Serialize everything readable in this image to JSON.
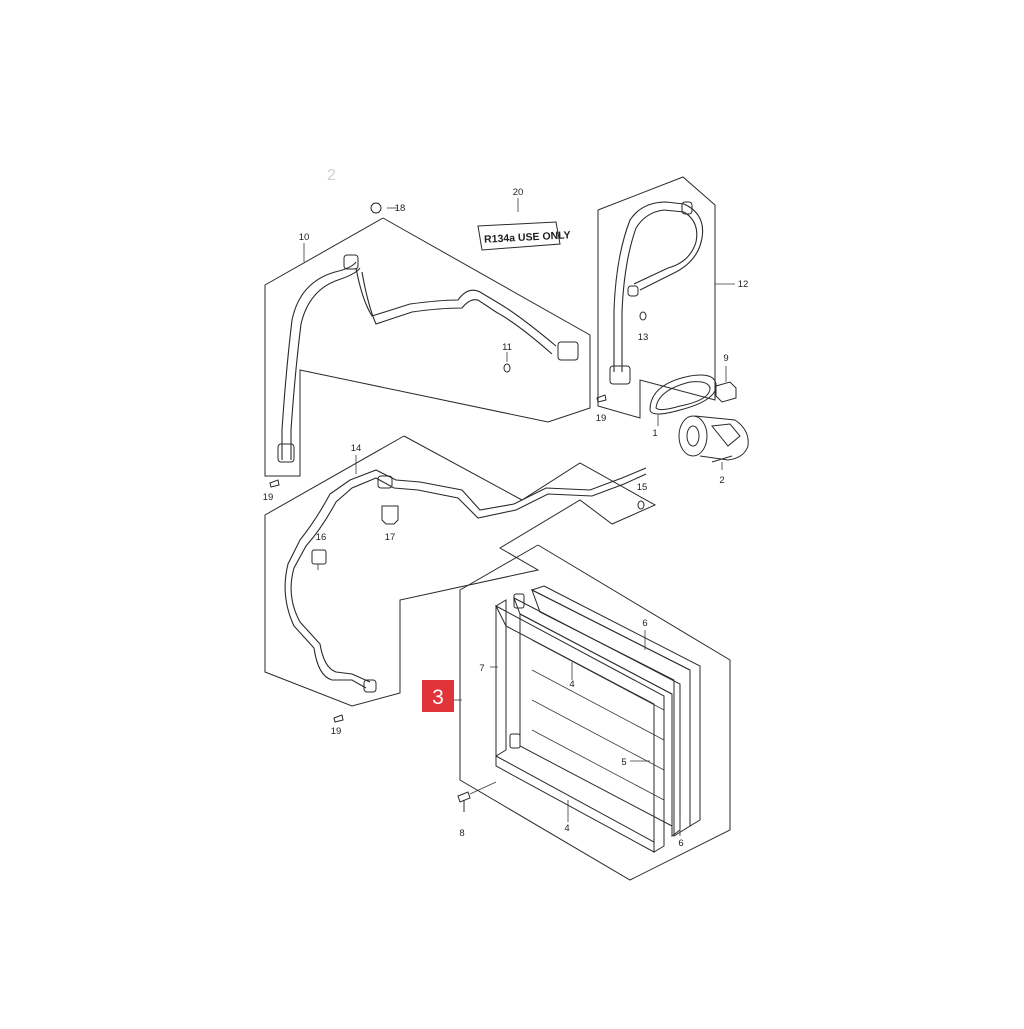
{
  "diagram": {
    "faint_mark": "2",
    "sticker_text": "R134a USE ONLY",
    "highlight_badge": {
      "label": "3",
      "color": "#e0333a"
    },
    "callouts": {
      "c1": "1",
      "c2": "2",
      "c4a": "4",
      "c4b": "4",
      "c5": "5",
      "c6a": "6",
      "c6b": "6",
      "c7": "7",
      "c8": "8",
      "c9": "9",
      "c10": "10",
      "c11": "11",
      "c12": "12",
      "c13": "13",
      "c14": "14",
      "c15": "15",
      "c16": "16",
      "c17": "17",
      "c18": "18",
      "c19a": "19",
      "c19b": "19",
      "c19c": "19",
      "c20": "20"
    }
  }
}
